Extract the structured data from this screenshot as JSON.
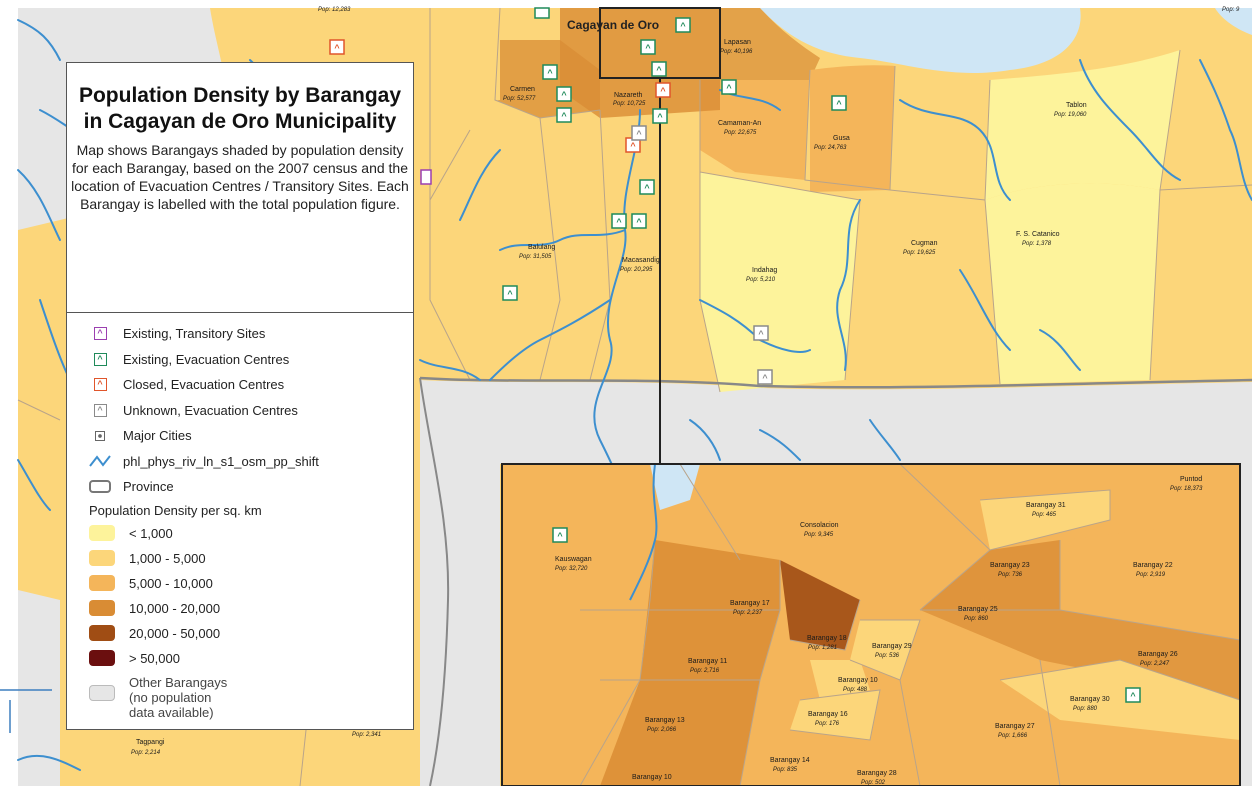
{
  "legend": {
    "title": "Population Density by Barangay in Cagayan de Oro Municipality",
    "description": "Map shows Barangays shaded by population density  for each Barangay, based on the 2007 census and the location of Evacuation Centres / Transitory Sites. Each Barangay is labelled with the total population figure.",
    "symbols": [
      {
        "icon": "purple-camp-icon",
        "label": "Existing, Transitory Sites",
        "color": "#9b3fb0"
      },
      {
        "icon": "green-camp-icon",
        "label": "Existing, Evacuation Centres",
        "color": "#1f8a5a"
      },
      {
        "icon": "orange-camp-icon",
        "label": "Closed, Evacuation Centres",
        "color": "#e0552b"
      },
      {
        "icon": "grey-camp-icon",
        "label": "Unknown, Evacuation Centres",
        "color": "#8a8a8a"
      },
      {
        "icon": "city-square-icon",
        "label": "Major Cities",
        "color": "#666666"
      },
      {
        "icon": "river-line-icon",
        "label": "phl_phys_riv_ln_s1_osm_pp_shift",
        "color": "#3d8fcf"
      },
      {
        "icon": "province-outline-icon",
        "label": "Province",
        "color": "#777777"
      }
    ],
    "density_heading": "Population Density per sq. km",
    "density_classes": [
      {
        "label": "< 1,000",
        "color": "#fdf39b"
      },
      {
        "label": "1,000 - 5,000",
        "color": "#fcd67a"
      },
      {
        "label": "5,000 - 10,000",
        "color": "#f4b55a"
      },
      {
        "label": "10,000 - 20,000",
        "color": "#d98c34"
      },
      {
        "label": "20,000 - 50,000",
        "color": "#a04d14"
      },
      {
        "label": "> 50,000",
        "color": "#6b0f0f"
      }
    ],
    "other": {
      "line1": "Other Barangays",
      "line2": "(no population",
      "line3": "data available)",
      "color": "#e6e6e6"
    }
  },
  "map_labels": {
    "city": "Cagayan de Oro",
    "lapasan": {
      "name": "Lapasan",
      "pop": "Pop: 40,196"
    },
    "carmen": {
      "name": "Carmen",
      "pop": "Pop: 52,577"
    },
    "nazareth": {
      "name": "Nazareth",
      "pop": "Pop: 10,725"
    },
    "camaman_an": {
      "name": "Camaman-An",
      "pop": "Pop: 22,675"
    },
    "gusa": {
      "name": "Gusa",
      "pop": "Pop: 24,763"
    },
    "tablon": {
      "name": "Tablon",
      "pop": "Pop: 19,060"
    },
    "balulang": {
      "name": "Balulang",
      "pop": "Pop: 31,505"
    },
    "macasandig": {
      "name": "Macasandig",
      "pop": "Pop: 20,295"
    },
    "indahag": {
      "name": "Indahag",
      "pop": "Pop: 5,210"
    },
    "cugman": {
      "name": "Cugman",
      "pop": "Pop: 19,625"
    },
    "fs_catanico": {
      "name": "F. S. Catanico",
      "pop": "Pop: 1,378"
    },
    "taguanao": {
      "name": "Tagpangi",
      "pop": "Pop: 2,214"
    },
    "top_left_pop": "Pop: 12,283",
    "bottom_pop": "Pop: 2,341",
    "top_right_pop": "Pop: 9"
  },
  "inset_labels": {
    "puntod": {
      "name": "Puntod",
      "pop": "Pop: 18,373"
    },
    "b31": {
      "name": "Barangay 31",
      "pop": "Pop: 465"
    },
    "consolacion": {
      "name": "Consolacion",
      "pop": "Pop: 9,345"
    },
    "kauswagan": {
      "name": "Kauswagan",
      "pop": "Pop: 32,720"
    },
    "b23": {
      "name": "Barangay 23",
      "pop": "Pop: 736"
    },
    "b22": {
      "name": "Barangay 22",
      "pop": "Pop: 2,919"
    },
    "b17": {
      "name": "Barangay 17",
      "pop": "Pop: 2,237"
    },
    "b25": {
      "name": "Barangay 25",
      "pop": "Pop: 860"
    },
    "b18": {
      "name": "Barangay 18",
      "pop": "Pop: 1,281"
    },
    "b29": {
      "name": "Barangay 29",
      "pop": "Pop: 536"
    },
    "b26": {
      "name": "Barangay 26",
      "pop": "Pop: 2,247"
    },
    "b11": {
      "name": "Barangay 11",
      "pop": "Pop: 2,716"
    },
    "b10": {
      "name": "Barangay 10",
      "pop": "Pop: 488"
    },
    "b30": {
      "name": "Barangay 30",
      "pop": "Pop: 880"
    },
    "b13": {
      "name": "Barangay 13",
      "pop": "Pop: 2,066"
    },
    "b16": {
      "name": "Barangay 16",
      "pop": "Pop: 176"
    },
    "b27": {
      "name": "Barangay 27",
      "pop": "Pop: 1,666"
    },
    "b14": {
      "name": "Barangay 14",
      "pop": "Pop: 835"
    },
    "b28": {
      "name": "Barangay 28",
      "pop": "Pop: 502"
    },
    "b10b": {
      "name": "Barangay 10"
    }
  },
  "colors": {
    "river": "#3d8fcf",
    "sea": "#cfe6f5",
    "no_data": "#e6e6e6",
    "boundary": "#b9a48a"
  }
}
